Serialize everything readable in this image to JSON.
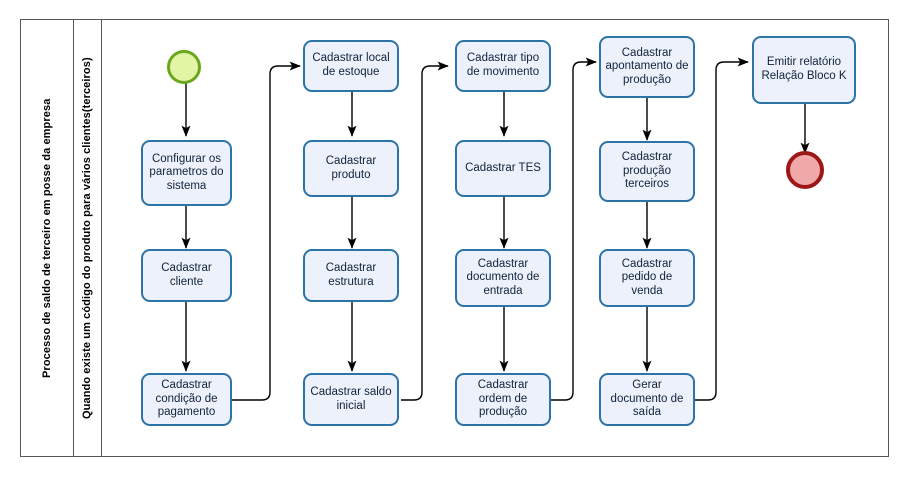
{
  "diagram": {
    "title_lane": "Processo de saldo de terceiro em posse da empresa",
    "subtitle_lane": "Quando existe um código do produto para vários clientes(terceiros)",
    "colors": {
      "node_fill": "#edf1fb",
      "node_border": "#2c73a7",
      "start_fill": "#e2f5a4",
      "start_border": "#69a81c",
      "end_fill": "#f0a8a8",
      "end_border": "#9c1717",
      "frame_border": "#58585a",
      "connector": "#000000"
    },
    "events": {
      "start_name": "start-event",
      "end_name": "end-event"
    },
    "columns": [
      {
        "id": "col-1",
        "nodes": [
          {
            "id": "n1",
            "label": "Configurar os parametros do sistema"
          },
          {
            "id": "n2",
            "label": "Cadastrar cliente"
          },
          {
            "id": "n3",
            "label": "Cadastrar condição de pagamento"
          }
        ]
      },
      {
        "id": "col-2",
        "nodes": [
          {
            "id": "n4",
            "label": "Cadastrar local de estoque"
          },
          {
            "id": "n5",
            "label": "Cadastrar produto"
          },
          {
            "id": "n6",
            "label": "Cadastrar estrutura"
          },
          {
            "id": "n7",
            "label": "Cadastrar saldo inicial"
          }
        ]
      },
      {
        "id": "col-3",
        "nodes": [
          {
            "id": "n8",
            "label": "Cadastrar tipo de movimento"
          },
          {
            "id": "n9",
            "label": "Cadastrar TES"
          },
          {
            "id": "n10",
            "label": "Cadastrar documento de entrada"
          },
          {
            "id": "n11",
            "label": "Cadastrar ordem de produção"
          }
        ]
      },
      {
        "id": "col-4",
        "nodes": [
          {
            "id": "n12",
            "label": "Cadastrar apontamento de produção"
          },
          {
            "id": "n13",
            "label": "Cadastrar produção terceiros"
          },
          {
            "id": "n14",
            "label": "Cadastrar pedido de venda"
          },
          {
            "id": "n15",
            "label": "Gerar documento de saída"
          }
        ]
      },
      {
        "id": "col-5",
        "nodes": [
          {
            "id": "n16",
            "label": "Emitir relatório Relação Bloco K"
          }
        ]
      }
    ]
  }
}
